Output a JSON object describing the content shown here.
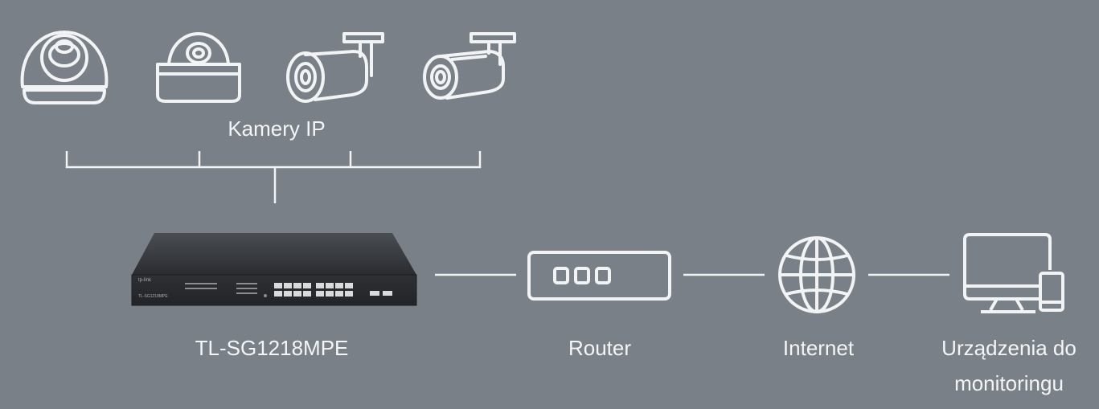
{
  "labels": {
    "cameras": "Kamery IP",
    "switch": "TL-SG1218MPE",
    "router": "Router",
    "internet": "Internet",
    "monitoring": "Urządzenia do monitoringu"
  },
  "switch_panel": {
    "brand": "tp-link",
    "model": "TL-SG1218MPE"
  },
  "colors": {
    "background": "#7a8087",
    "line": "#f2f3f4",
    "switch_body": "#2f3236"
  }
}
